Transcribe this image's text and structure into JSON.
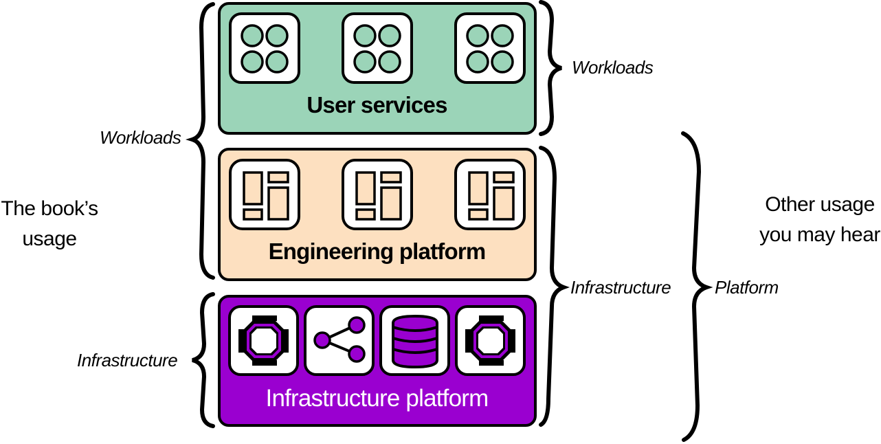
{
  "colors": {
    "user_services": "#9bd4b8",
    "engineering_platform": "#fde0c0",
    "infrastructure_platform": "#9a00d0",
    "outline": "#000000",
    "tile_bg": "#ffffff"
  },
  "layers": [
    {
      "title": "User services",
      "icons": [
        "microservices-grid-icon",
        "microservices-grid-icon",
        "microservices-grid-icon"
      ]
    },
    {
      "title": "Engineering platform",
      "icons": [
        "dashboard-layout-icon",
        "dashboard-layout-icon",
        "dashboard-layout-icon"
      ]
    },
    {
      "title": "Infrastructure platform",
      "icons": [
        "cpu-chip-icon",
        "network-share-icon",
        "database-icon",
        "cpu-chip-icon"
      ]
    }
  ],
  "left": {
    "heading": "The book’s usage",
    "heading_line1": "The book’s",
    "heading_line2": "usage",
    "brace_workloads": "Workloads",
    "brace_infrastructure": "Infrastructure"
  },
  "right": {
    "brace_workloads": "Workloads",
    "brace_infrastructure": "Infrastructure",
    "brace_platform": "Platform",
    "heading_line1": "Other usage",
    "heading_line2": "you may hear"
  }
}
